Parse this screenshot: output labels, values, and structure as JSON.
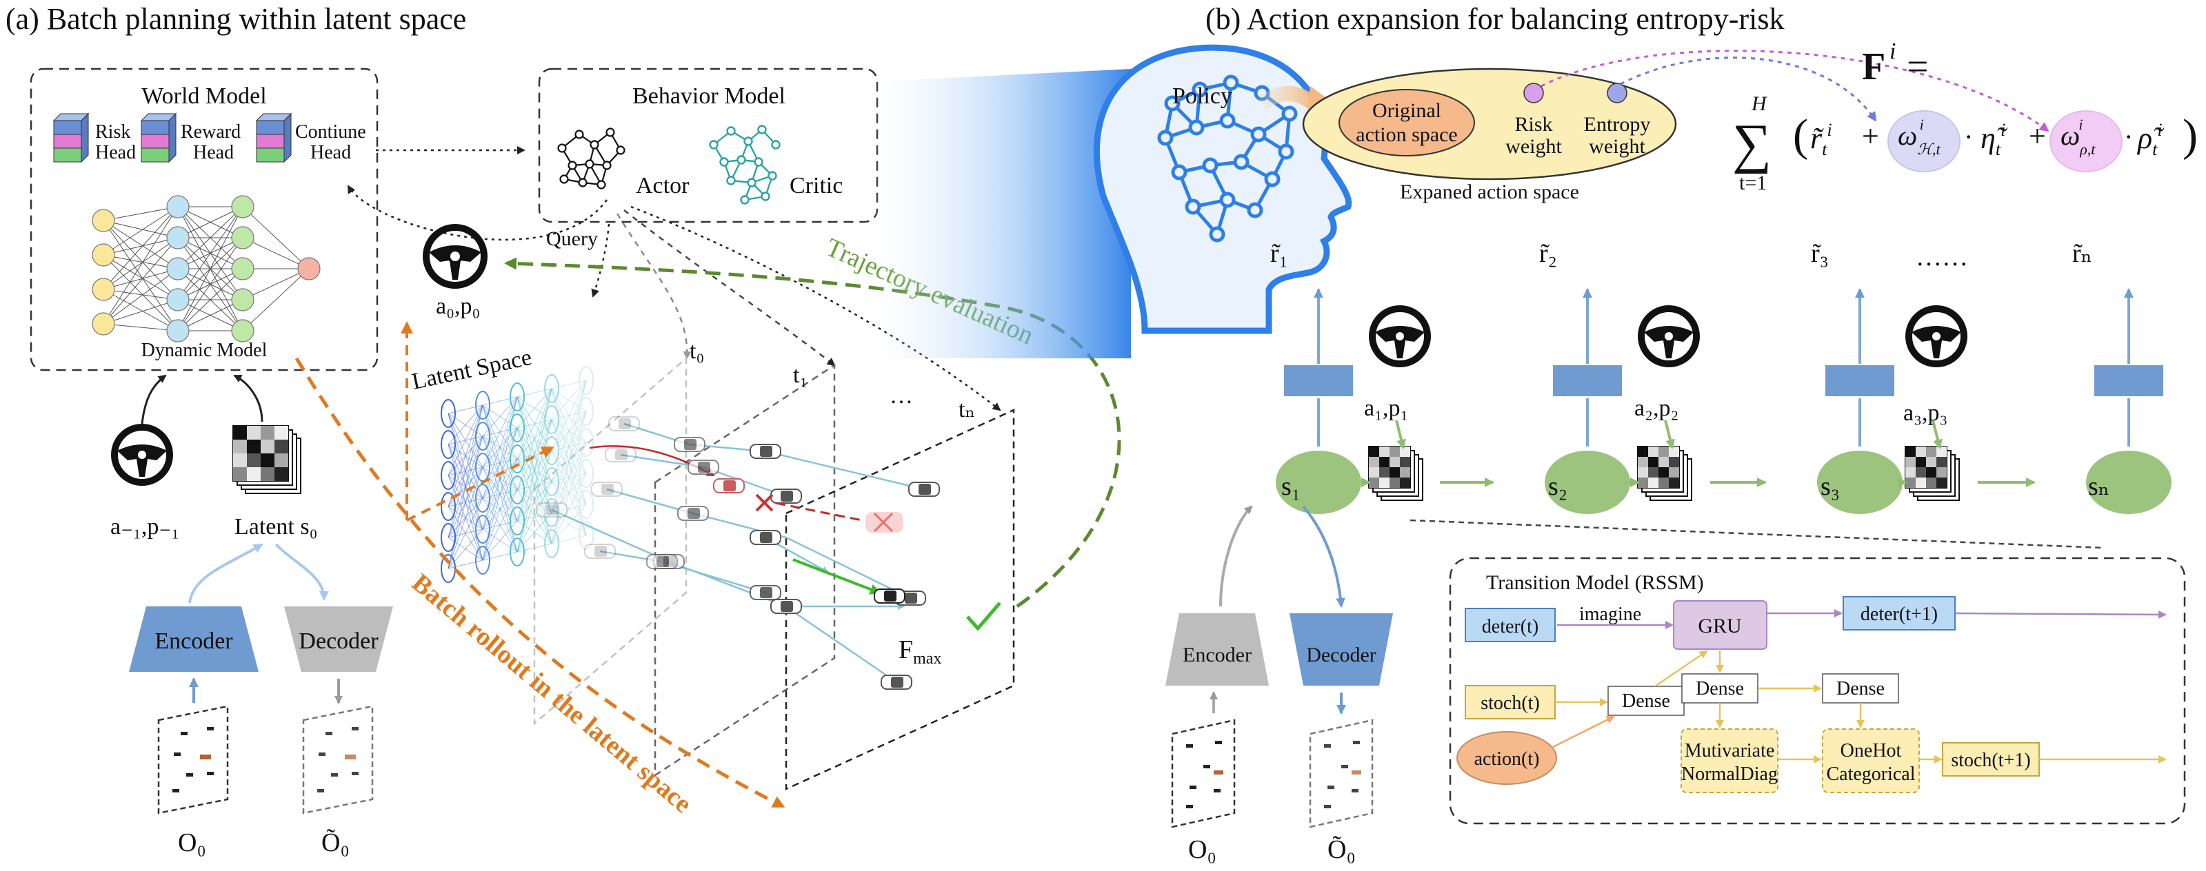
{
  "panel_a": {
    "title": "(a) Batch planning within latent space",
    "world_model": {
      "title": "World Model",
      "risk_head": [
        "Risk",
        "Head"
      ],
      "reward_head": [
        "Reward",
        "Head"
      ],
      "continue_head": [
        "Contiune",
        "Head"
      ],
      "dynamic_model": "Dynamic Model"
    },
    "behavior_model": {
      "title": "Behavior Model",
      "actor": "Actor",
      "critic": "Critic",
      "query": "Query"
    },
    "action_top": "a₀,p₀",
    "action_prev": "a₋₁,p₋₁",
    "latent_s0": "Latent s₀",
    "encoder": "Encoder",
    "decoder": "Decoder",
    "obs": "O₀",
    "obs_recon": "Õ₀",
    "latent_space": "Latent Space",
    "t0": "t₀",
    "t1": "t₁",
    "tdots": "…",
    "tn": "tₙ",
    "fmax": "Fmax",
    "trajectory_eval": "Trajectory evaluation",
    "batch_rollout": "Batch rollout in the latent space"
  },
  "panel_b": {
    "title": "(b) Action expansion for balancing entropy-risk",
    "policy": "Policy",
    "original_action_space": [
      "Original",
      "action space"
    ],
    "risk_weight": [
      "Risk",
      "weight"
    ],
    "entropy_weight": [
      "Entropy",
      "weight"
    ],
    "expanded_action_space": "Expaned action space",
    "formula_head": "F",
    "formula_sup": "i",
    "formula_eq": "=",
    "sum_top": "H",
    "sum_bottom": "t=1",
    "rewards": [
      "r̃₁",
      "r̃₂",
      "r̃₃",
      "……",
      "r̃ₙ"
    ],
    "states": [
      "s₁",
      "s₂",
      "s₃",
      "sₙ"
    ],
    "actions": [
      "a₁,p₁",
      "a₂,p₂",
      "a₃,p₃"
    ],
    "encoder": "Encoder",
    "decoder": "Decoder",
    "obs": "O₀",
    "obs_recon": "Õ₀",
    "rssm": {
      "title": "Transition Model (RSSM)",
      "deter_t": "deter(t)",
      "imagine": "imagine",
      "gru": "GRU",
      "deter_t1": "deter(t+1)",
      "stoch_t": "stoch(t)",
      "dense": "Dense",
      "action_t": "action(t)",
      "mvn": [
        "Mutivariate",
        "NormalDiag"
      ],
      "onehot": [
        "OneHot",
        "Categorical"
      ],
      "stoch_t1": "stoch(t+1)"
    }
  },
  "colors": {
    "encoder_blue": "#6f9bd1",
    "decoder_gray": "#bdbdbd",
    "state_green": "#9cc47f",
    "orange": "#e07a1f",
    "green_dash": "#5a8a2e",
    "light_green_dash": "#9cc47f",
    "head_blue": "#6b8fd6",
    "head_pink": "#e07ad2",
    "head_green": "#7ccf7a",
    "brain_blue": "#2e7fe8",
    "ellipse_yellow": "#fbeeb7",
    "ellipse_orange": "#f5b98b",
    "risk_circle": "#d8a0e8",
    "entropy_circle": "#9fa6e8",
    "rssm_blue": "#b9d9f5",
    "rssm_purple": "#ddc9e3",
    "rssm_yellow": "#fdeeb5"
  }
}
